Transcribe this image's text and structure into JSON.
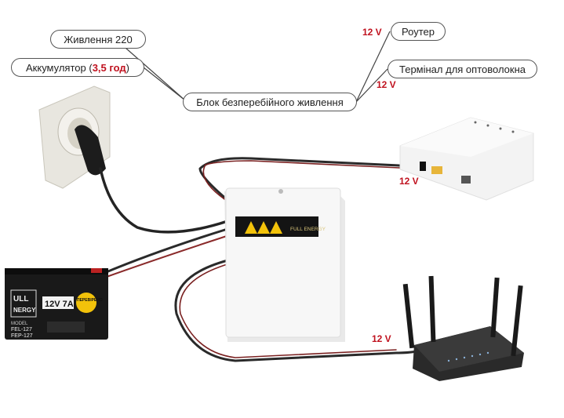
{
  "labels": {
    "mains": "Живлення 220",
    "battery_prefix": "Аккумулятор (",
    "battery_time": "3,5 год",
    "battery_suffix": " )",
    "ups": "Блок безперебійного живлення",
    "router": "Роутер",
    "terminal": "Термінал для оптоволокна"
  },
  "voltages": {
    "router_line": "12 V",
    "terminal_line": "12 V",
    "terminal_cable": "12 V",
    "router_cable": "12 V"
  },
  "battery": {
    "brand_line1": "ULL",
    "brand_line2": "NERGY",
    "rating": "12V 7A",
    "badge": "ПЕРЕВІРЕНО",
    "model_header": "MODEL",
    "model1": "FEL-127",
    "model2": "FEP-127"
  },
  "ups_brand": "FULL ENERGY",
  "colors": {
    "voltage": "#c0121f",
    "cable": "#2a2a2a",
    "cable_red": "#8a2a2a"
  }
}
